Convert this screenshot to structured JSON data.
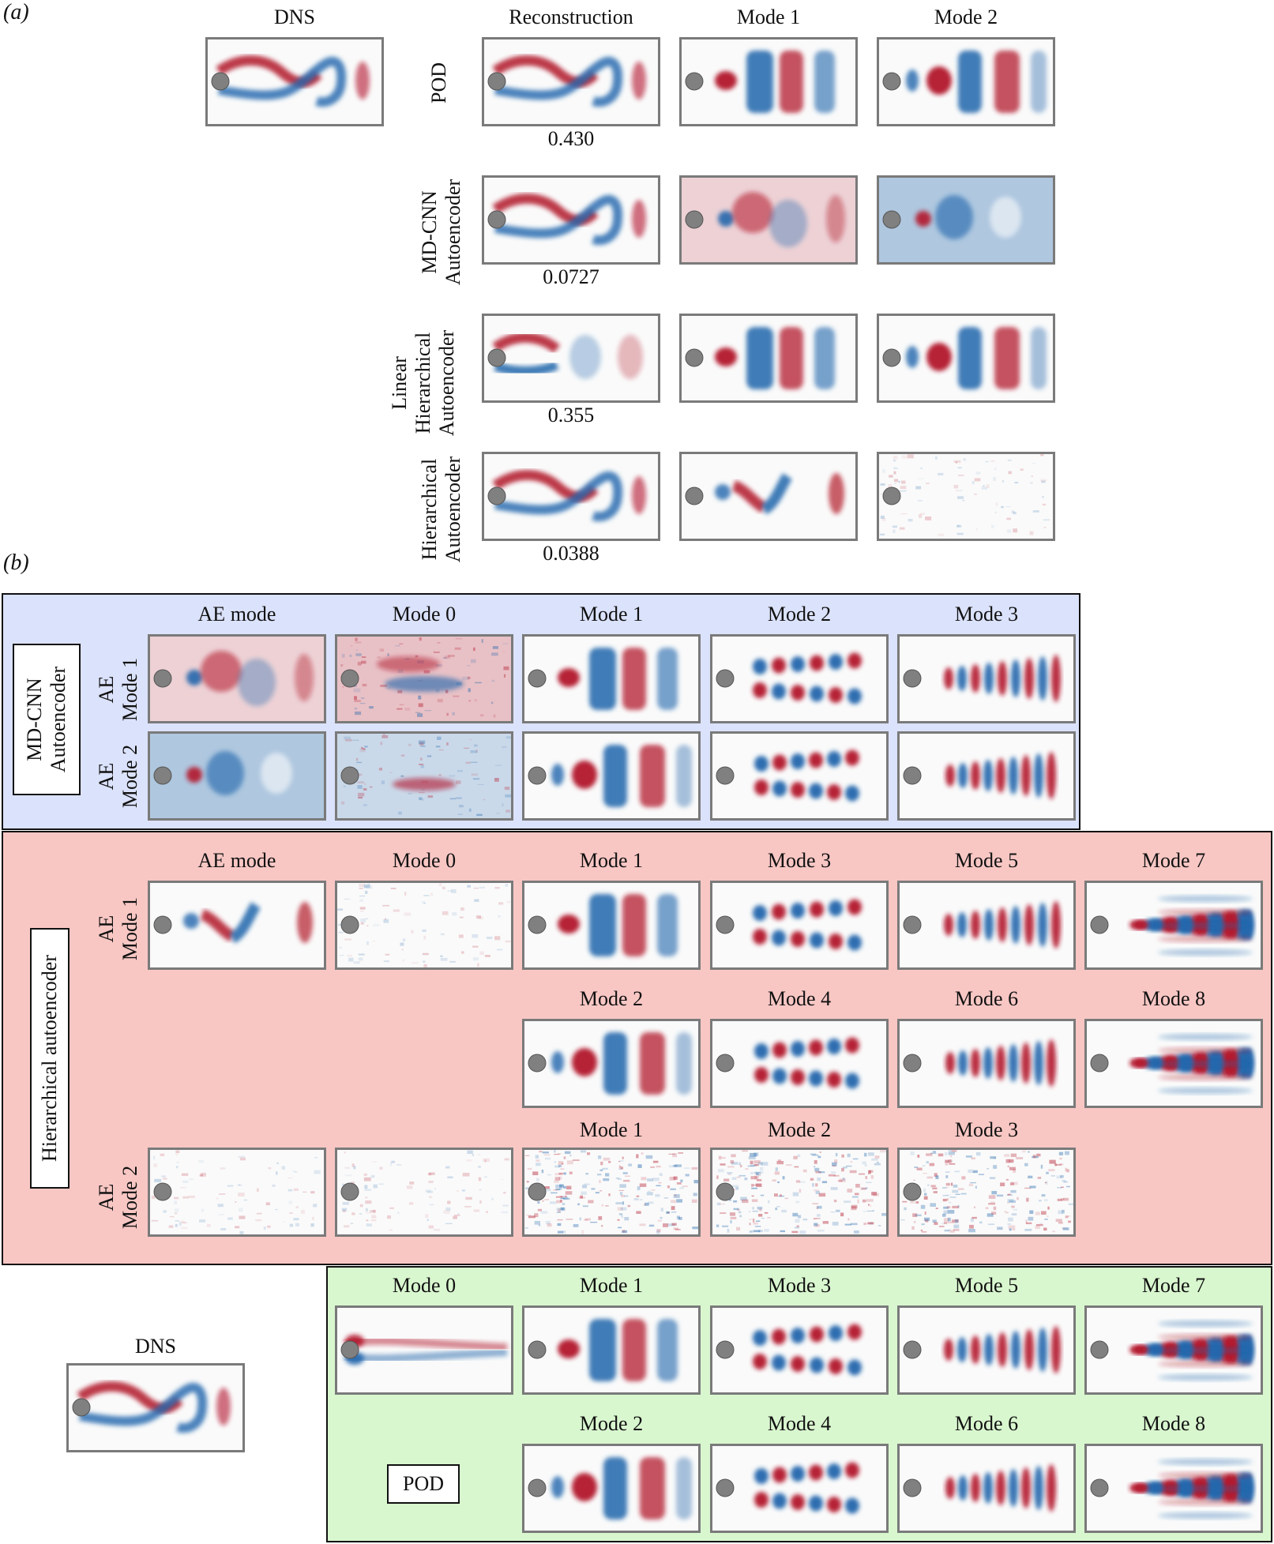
{
  "panel_a": {
    "tag": "(a)",
    "dns_label": "DNS",
    "col_headers": [
      "Reconstruction",
      "Mode 1",
      "Mode 2"
    ],
    "rows": [
      {
        "label_lines": [
          "POD"
        ],
        "error": "0.430"
      },
      {
        "label_lines": [
          "MD-CNN",
          "Autoencoder"
        ],
        "error": "0.0727"
      },
      {
        "label_lines": [
          "Linear",
          "Hierarchical",
          "Autoencoder"
        ],
        "error": "0.355"
      },
      {
        "label_lines": [
          "Hierarchical",
          "Autoencoder"
        ],
        "error": "0.0388"
      }
    ]
  },
  "panel_b": {
    "tag": "(b)",
    "mdcnn": {
      "title_lines": [
        "MD-CNN",
        "Autoencoder"
      ],
      "col_headers": [
        "AE mode",
        "Mode 0",
        "Mode 1",
        "Mode 2",
        "Mode 3"
      ],
      "row_labels": [
        [
          "AE",
          "Mode 1"
        ],
        [
          "AE",
          "Mode 2"
        ]
      ]
    },
    "hierarchical": {
      "title": "Hierarchical autoencoder",
      "row1_headers": [
        "AE mode",
        "Mode 0",
        "Mode 1",
        "Mode 3",
        "Mode 5",
        "Mode 7"
      ],
      "row1b_headers": [
        "Mode 2",
        "Mode 4",
        "Mode 6",
        "Mode 8"
      ],
      "row2_headers": [
        "Mode 1",
        "Mode 2",
        "Mode 3"
      ],
      "row_labels": [
        [
          "AE",
          "Mode 1"
        ],
        [
          "AE",
          "Mode 2"
        ]
      ]
    },
    "pod": {
      "title": "POD",
      "dns_label": "DNS",
      "row1_headers": [
        "Mode 0",
        "Mode 1",
        "Mode 3",
        "Mode 5",
        "Mode 7"
      ],
      "row2_headers": [
        "Mode 2",
        "Mode 4",
        "Mode 6",
        "Mode 8"
      ]
    }
  },
  "colors": {
    "red": "#b2182b",
    "blue": "#2166ac",
    "cylinder": "#808080",
    "frame": "#7a7a7a"
  }
}
